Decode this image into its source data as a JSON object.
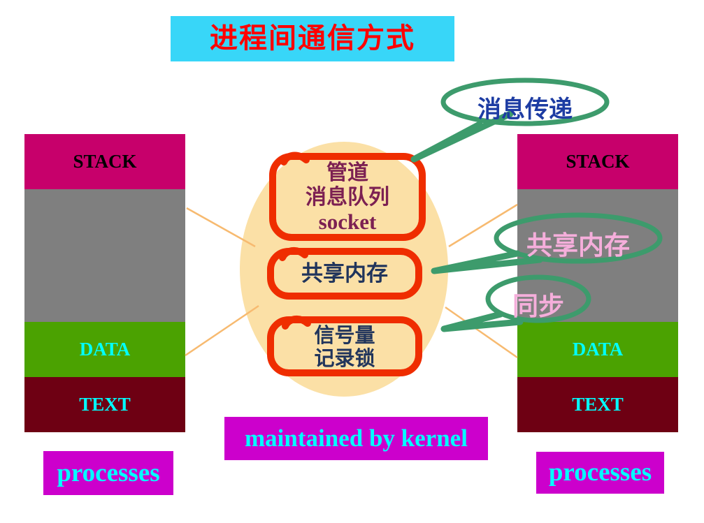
{
  "title": {
    "text": "进程间通信方式"
  },
  "columns": {
    "left": {
      "stack_label": "STACK",
      "data_label": "DATA",
      "text_label": "TEXT",
      "caption": "processes"
    },
    "right": {
      "stack_label": "STACK",
      "data_label": "DATA",
      "text_label": "TEXT",
      "caption": "processes"
    }
  },
  "ipc": {
    "pipes_group": [
      "管道",
      "消息队列",
      "socket"
    ],
    "shared_memory_group": [
      "共享内存"
    ],
    "semaphore_group": [
      "信号量",
      "记录锁"
    ]
  },
  "callouts": {
    "message_passing": "消息传递",
    "shared_memory": "共享内存",
    "synchronization": "同步"
  },
  "footer": {
    "kernel_caption": "maintained by kernel"
  },
  "colors": {
    "title_bg": "#38d6f8",
    "title_text": "#ff0000",
    "stack_bg": "#c7006b",
    "heap_bg": "#7f7f7f",
    "data_bg": "#4ba201",
    "text_bg": "#6e0013",
    "segment_label": "#00ffff",
    "caption_bg": "#cc00cc",
    "caption_text": "#00ffff",
    "ellipse_fill": "#fbe0a6",
    "hand_drawn_stroke": "#ef2d00",
    "pipes_text": "#7c2052",
    "kernel_group_text": "#21355c",
    "callout_stroke": "#3d9b6c",
    "message_text": "#1d3ca3",
    "pink_text": "#f5aedb",
    "connector_line": "#f7ba70"
  }
}
